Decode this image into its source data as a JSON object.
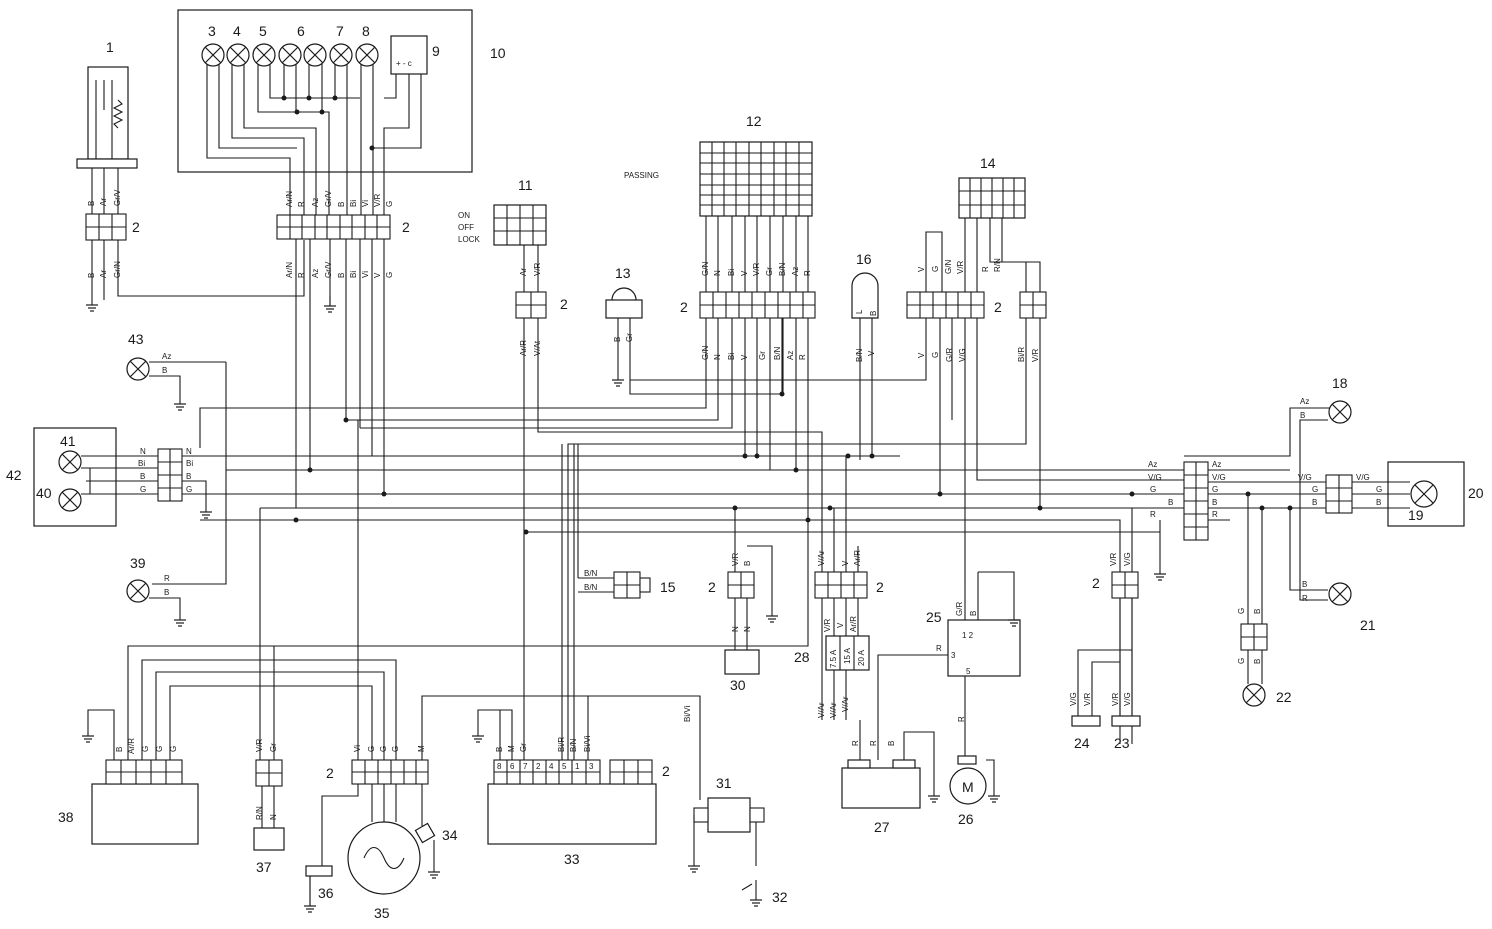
{
  "components": [
    "1",
    "2",
    "3",
    "4",
    "5",
    "6",
    "7",
    "8",
    "9",
    "10",
    "11",
    "12",
    "13",
    "14",
    "15",
    "16",
    "18",
    "19",
    "20",
    "21",
    "22",
    "23",
    "24",
    "25",
    "26",
    "27",
    "28",
    "30",
    "31",
    "32",
    "33",
    "34",
    "35",
    "36",
    "37",
    "38",
    "39",
    "40",
    "41",
    "42",
    "43"
  ],
  "switch_labels": {
    "on": "ON",
    "off": "OFF",
    "lock": "LOCK",
    "passing": "PASSING"
  },
  "fuses": [
    "7.5 A",
    "15 A",
    "20 A"
  ],
  "motor": "M",
  "relay_pins": {
    "p12": "1 2",
    "p3": "3",
    "p5": "5"
  },
  "cdi_pins": [
    "8",
    "6",
    "7",
    "2",
    "4",
    "5",
    "1",
    "3"
  ],
  "wire_codes": {
    "c1": [
      "B",
      "Ar",
      "Gr/V"
    ],
    "c1b": [
      "B",
      "Ar",
      "Gr/N"
    ],
    "c10top": [
      "Ar/N",
      "R",
      "Az",
      "Gr/V",
      "B",
      "Bi",
      "Vi",
      "V/R",
      "G"
    ],
    "c10bot": [
      "Ar/N",
      "R",
      "Az",
      "Gr/V",
      "B",
      "Bi",
      "Vi",
      "V",
      "G"
    ],
    "c11top": [
      "Ar",
      "V/R"
    ],
    "c11bot": [
      "Ar/R",
      "V/At"
    ],
    "c12top": [
      "G/N",
      "N",
      "Bi",
      "V",
      "V/R",
      "Gr",
      "B/N",
      "Az",
      "R"
    ],
    "c12bot": [
      "G/N",
      "N",
      "Bi",
      "V",
      "Gr",
      "B/N",
      "Az",
      "R"
    ],
    "c13": [
      "B",
      "Gr"
    ],
    "c16top": [
      "L",
      "B"
    ],
    "c16bot": [
      "B/N",
      "V"
    ],
    "c14top": [
      "V",
      "G",
      "G/N",
      "V/R",
      "R",
      "R/N"
    ],
    "c14bot": [
      "V",
      "G",
      "G/R",
      "V/G",
      "Bi/R",
      "V/R"
    ],
    "c43": [
      "Az",
      "B"
    ],
    "c39": [
      "R",
      "B"
    ],
    "c18": [
      "Az",
      "B"
    ],
    "c21": [
      "B",
      "R"
    ],
    "c42left": [
      "N",
      "Bi",
      "B",
      "G"
    ],
    "c42right": [
      "N",
      "Bi",
      "B",
      "G"
    ],
    "main_left": [
      "Az",
      "V/G",
      "G",
      "B",
      "R"
    ],
    "main_right": [
      "Az",
      "V/G",
      "G",
      "B",
      "R"
    ],
    "c20left": [
      "V/G",
      "G",
      "B"
    ],
    "c20right": [
      "V/G",
      "G",
      "B"
    ],
    "c15": [
      "B/N",
      "B/N"
    ],
    "c30top": [
      "V/R",
      "B"
    ],
    "c30bot": [
      "N",
      "N"
    ],
    "c28top": [
      "V/Ar",
      "V",
      "Ar/R"
    ],
    "c28mid": [
      "V/R",
      "V",
      "Ar/R"
    ],
    "c28bot": [
      "V/Ar",
      "V/Ar",
      "V/Ar"
    ],
    "c25": [
      "G/R",
      "B",
      "R",
      "R"
    ],
    "c27": [
      "R",
      "R",
      "B"
    ],
    "c23top": [
      "V/R",
      "V/G"
    ],
    "c23bot": [
      "V/G",
      "V/R",
      "V/R",
      "V/G"
    ],
    "c22": [
      "G",
      "B",
      "G",
      "B"
    ],
    "c38": [
      "B",
      "Ar/R",
      "G",
      "G",
      "G"
    ],
    "c37": [
      "V/R",
      "Gr",
      "R/N",
      "N"
    ],
    "c35": [
      "Vi",
      "G",
      "G",
      "G",
      "M"
    ],
    "c33": [
      "B",
      "M",
      "Gr",
      "Bi/R",
      "B/N",
      "Bi/Vi"
    ],
    "c31": [
      "Bi/Vi"
    ]
  },
  "palette": {
    "ink": "#1a1a1a",
    "paper": "#ffffff"
  }
}
